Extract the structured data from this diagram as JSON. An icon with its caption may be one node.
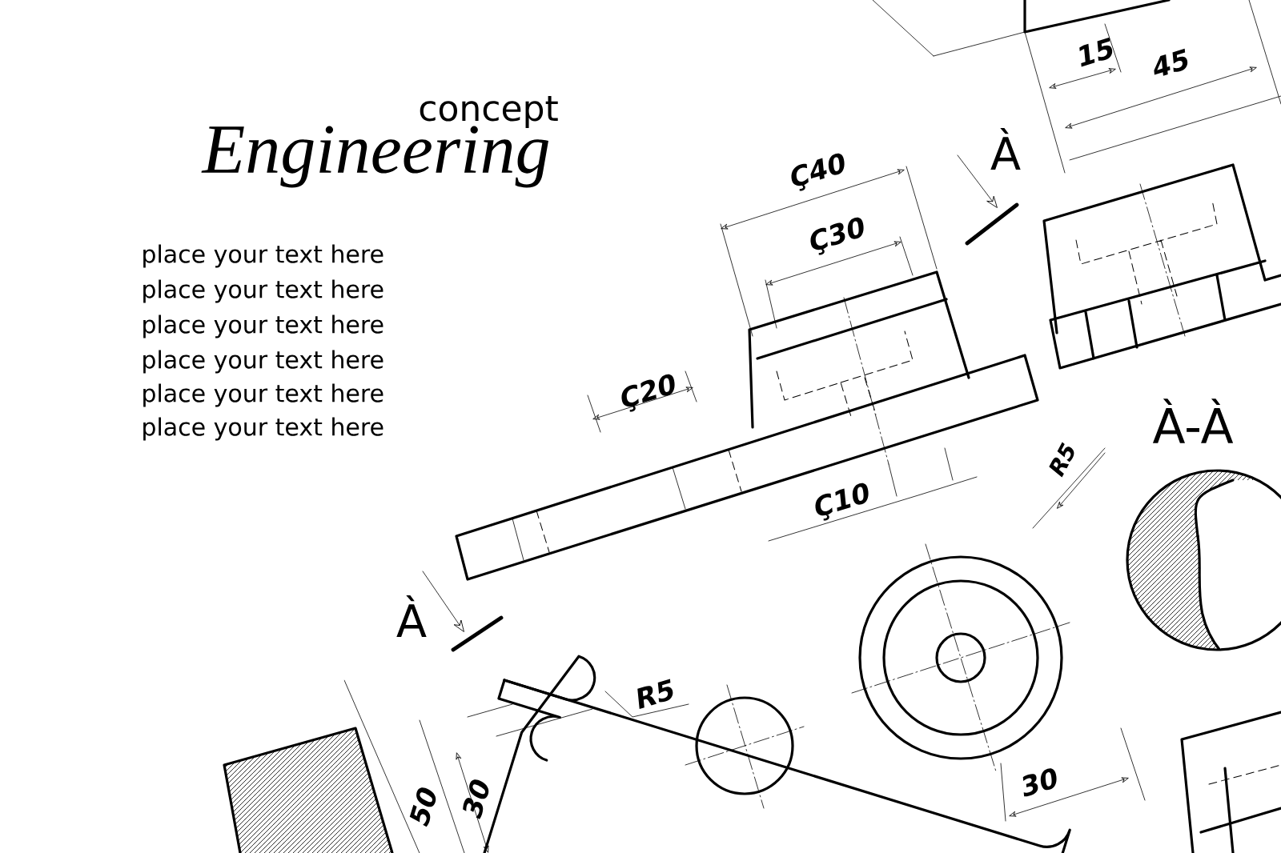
{
  "diagram": {
    "labels": [
      "concept",
      "Engineering",
      "place your text here",
      "place your text here",
      "place your text here",
      "place your text here",
      "place your text here",
      "place your text here",
      "15",
      "45",
      "Ç40",
      "Ç30",
      "À",
      "Ç20",
      "Ç10",
      "R5",
      "À-À",
      "À",
      "R5",
      "50",
      "30",
      "30"
    ]
  }
}
